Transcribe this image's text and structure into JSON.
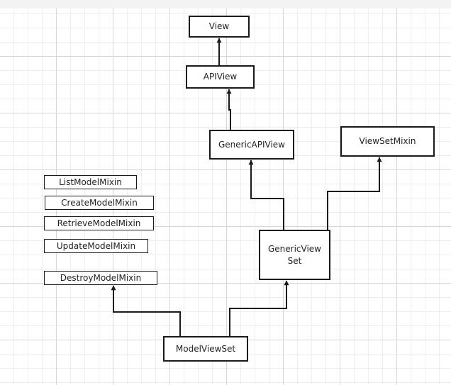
{
  "diagram": {
    "nodes": {
      "view": "View",
      "apiview": "APIView",
      "genericapiview": "GenericAPIView",
      "viewsetmixin": "ViewSetMixin",
      "genericviewset": "GenericView\nSet",
      "modelviewset": "ModelViewSet"
    },
    "mixins": {
      "list": "ListModelMixin",
      "create": "CreateModelMixin",
      "retrieve": "RetrieveModelMixin",
      "update": "UpdateModelMixin",
      "destroy": "DestroyModelMixin"
    }
  },
  "colors": {
    "stroke": "#1a1a1a",
    "grid_major": "#d6d6d6",
    "grid_minor": "#efefef"
  }
}
